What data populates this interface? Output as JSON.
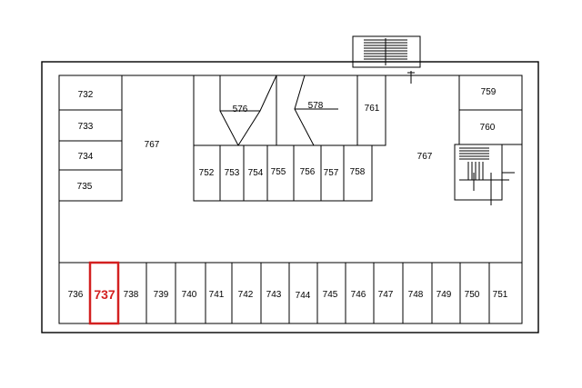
{
  "highlight_color": "#d32020",
  "units": {
    "u732": "732",
    "u733": "733",
    "u734": "734",
    "u735": "735",
    "u767_left": "767",
    "u576": "576",
    "u578": "578",
    "u761": "761",
    "u752": "752",
    "u753": "753",
    "u754": "754",
    "u755": "755",
    "u756": "756",
    "u757": "757",
    "u758": "758",
    "u759": "759",
    "u760": "760",
    "u767_right": "767",
    "u736": "736",
    "u737": "737",
    "u738": "738",
    "u739": "739",
    "u740": "740",
    "u741": "741",
    "u742": "742",
    "u743": "743",
    "u744": "744",
    "u745": "745",
    "u746": "746",
    "u747": "747",
    "u748": "748",
    "u749": "749",
    "u750": "750",
    "u751": "751"
  }
}
